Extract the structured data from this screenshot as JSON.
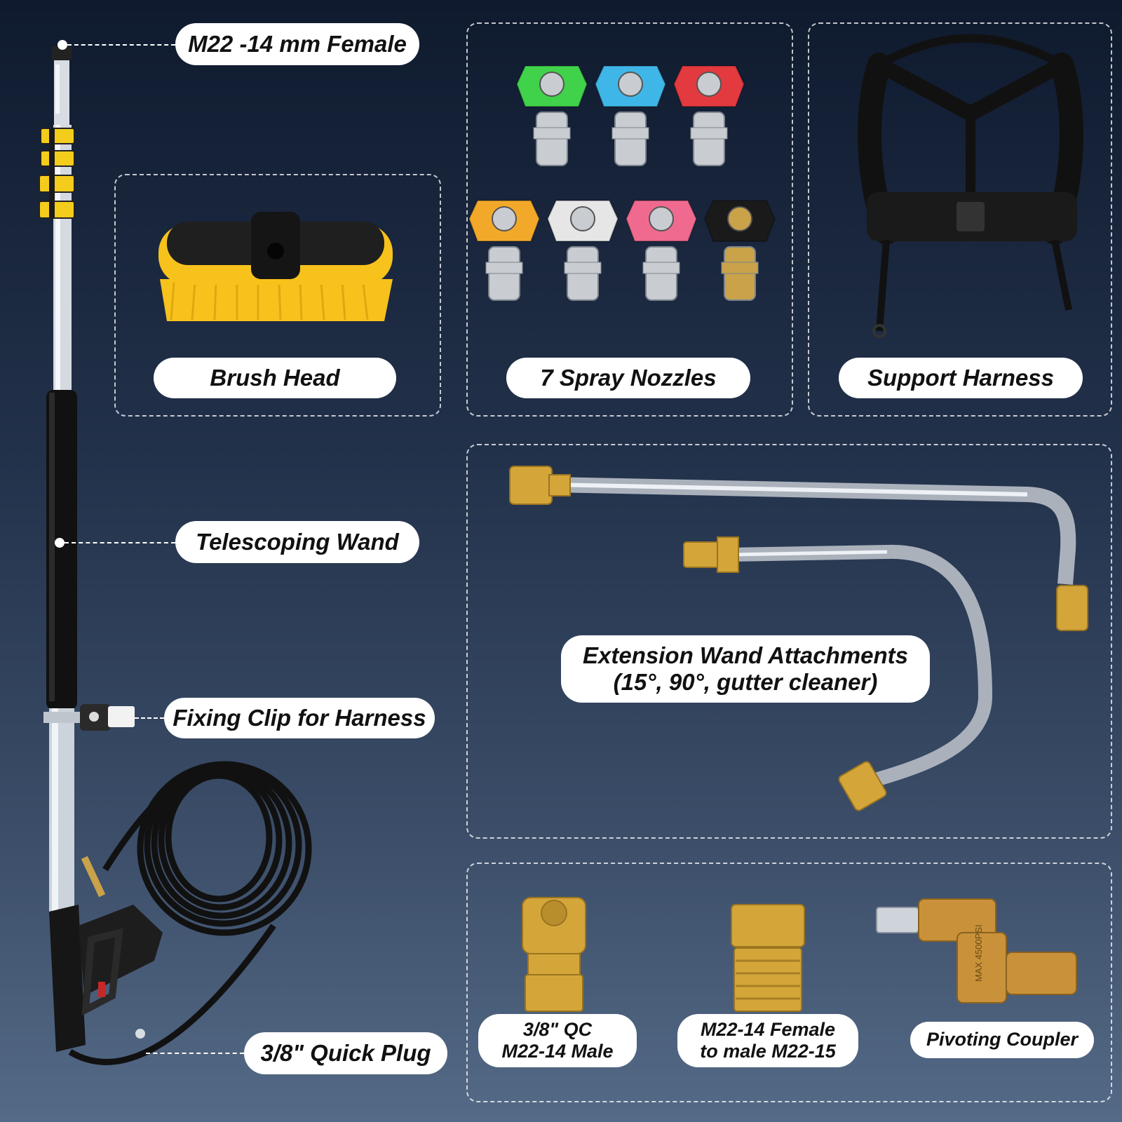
{
  "labels": {
    "female_fitting": "M22 -14 mm Female",
    "telescoping_wand": "Telescoping Wand",
    "fixing_clip": "Fixing Clip for Harness",
    "quick_plug": "3/8\" Quick Plug",
    "brush_head": "Brush Head",
    "spray_nozzles": "7 Spray Nozzles",
    "support_harness": "Support Harness",
    "extension_line1": "Extension Wand Attachments",
    "extension_line2": "(15°, 90°, gutter cleaner)",
    "qc_line1": "3/8\" QC",
    "qc_line2": "M22-14 Male",
    "adapter_line1": "M22-14 Female",
    "adapter_line2": "to male M22-15",
    "pivoting_coupler": "Pivoting Coupler"
  },
  "nozzles": [
    {
      "color": "#3fd24a",
      "tip": "#c9ccd0"
    },
    {
      "color": "#3fb6e8",
      "tip": "#c9ccd0"
    },
    {
      "color": "#e23a3f",
      "tip": "#c9ccd0"
    },
    {
      "color": "#f2a92a",
      "tip": "#c9ccd0"
    },
    {
      "color": "#e6e6e6",
      "tip": "#c9ccd0"
    },
    {
      "color": "#f06a8f",
      "tip": "#c9ccd0"
    },
    {
      "color": "#1a1a1a",
      "tip": "#c9a24a"
    }
  ],
  "coupler_marking": "MAX 4500PSI",
  "colors": {
    "background_top": "#0f1a2e",
    "background_bottom": "#546a86",
    "brass": "#d4a63a",
    "steel": "#c9ced6",
    "brush_bristle": "#f7c21c"
  }
}
